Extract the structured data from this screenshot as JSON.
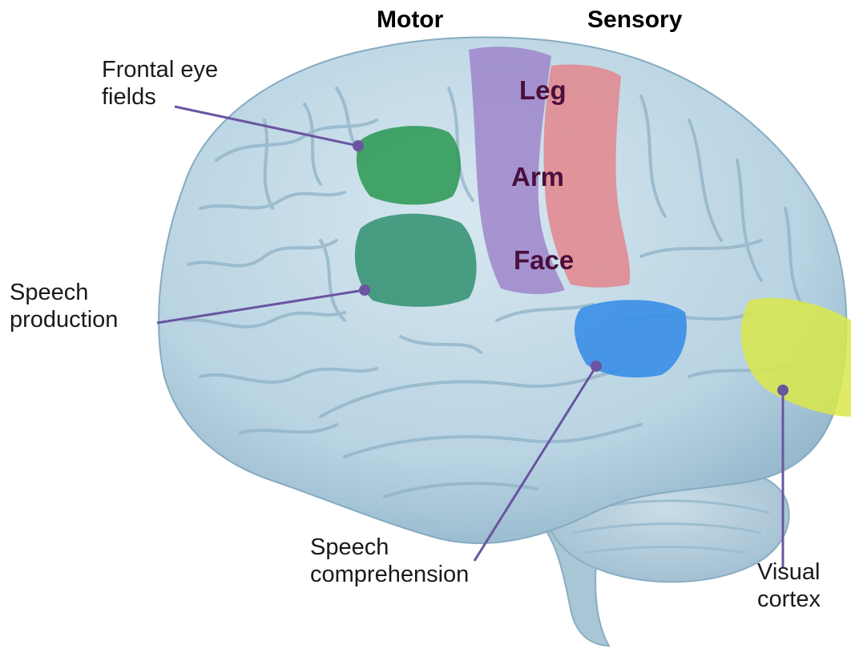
{
  "headers": {
    "motor": "Motor",
    "sensory": "Sensory"
  },
  "body_parts": {
    "leg": "Leg",
    "arm": "Arm",
    "face": "Face"
  },
  "labels": {
    "frontal_eye_fields": [
      "Frontal eye",
      "fields"
    ],
    "speech_production": [
      "Speech",
      "production"
    ],
    "speech_comprehension": [
      "Speech",
      "comprehension"
    ],
    "visual_cortex": [
      "Visual",
      "cortex"
    ]
  },
  "colors": {
    "brain": "#b8d3e2",
    "brain_shadow": "#8fb3c8",
    "motor_strip": "#9b7fc9",
    "sensory_strip": "#e57f86",
    "frontal_eye_fields": "#2e9a55",
    "speech_production": "#2f8f6f",
    "speech_comprehension": "#3c8fe6",
    "visual_cortex": "#d9e84a",
    "leader_line": "#6a55a0"
  }
}
